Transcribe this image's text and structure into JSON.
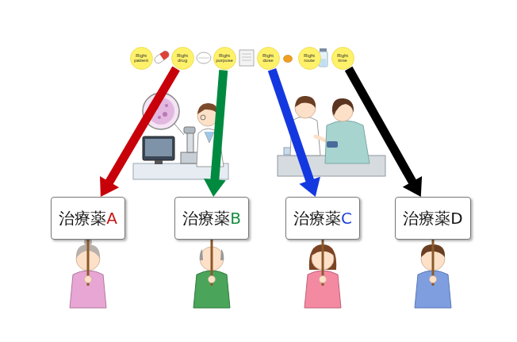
{
  "diagram": {
    "nodes": [
      {
        "text": [
          "Right patient"
        ]
      },
      {
        "text": [
          "Right drug"
        ]
      },
      {
        "text": [
          "Right purpose"
        ]
      },
      {
        "text": [
          "Right dose"
        ]
      },
      {
        "text": [
          "Right route"
        ]
      },
      {
        "text": [
          "Right time"
        ]
      },
      {
        "text": [
          "治療薬A"
        ]
      },
      {
        "text": [
          "治療薬B"
        ]
      },
      {
        "text": [
          "治療薬C"
        ]
      },
      {
        "text": [
          "治療薬D"
        ]
      }
    ],
    "edges": [
      {
        "from": 1,
        "to": 6,
        "arrow": "to"
      },
      {
        "from": 2,
        "to": 7,
        "arrow": "to"
      },
      {
        "from": 3,
        "to": 8,
        "arrow": "to"
      },
      {
        "from": 5,
        "to": 9,
        "arrow": "to"
      }
    ]
  }
}
